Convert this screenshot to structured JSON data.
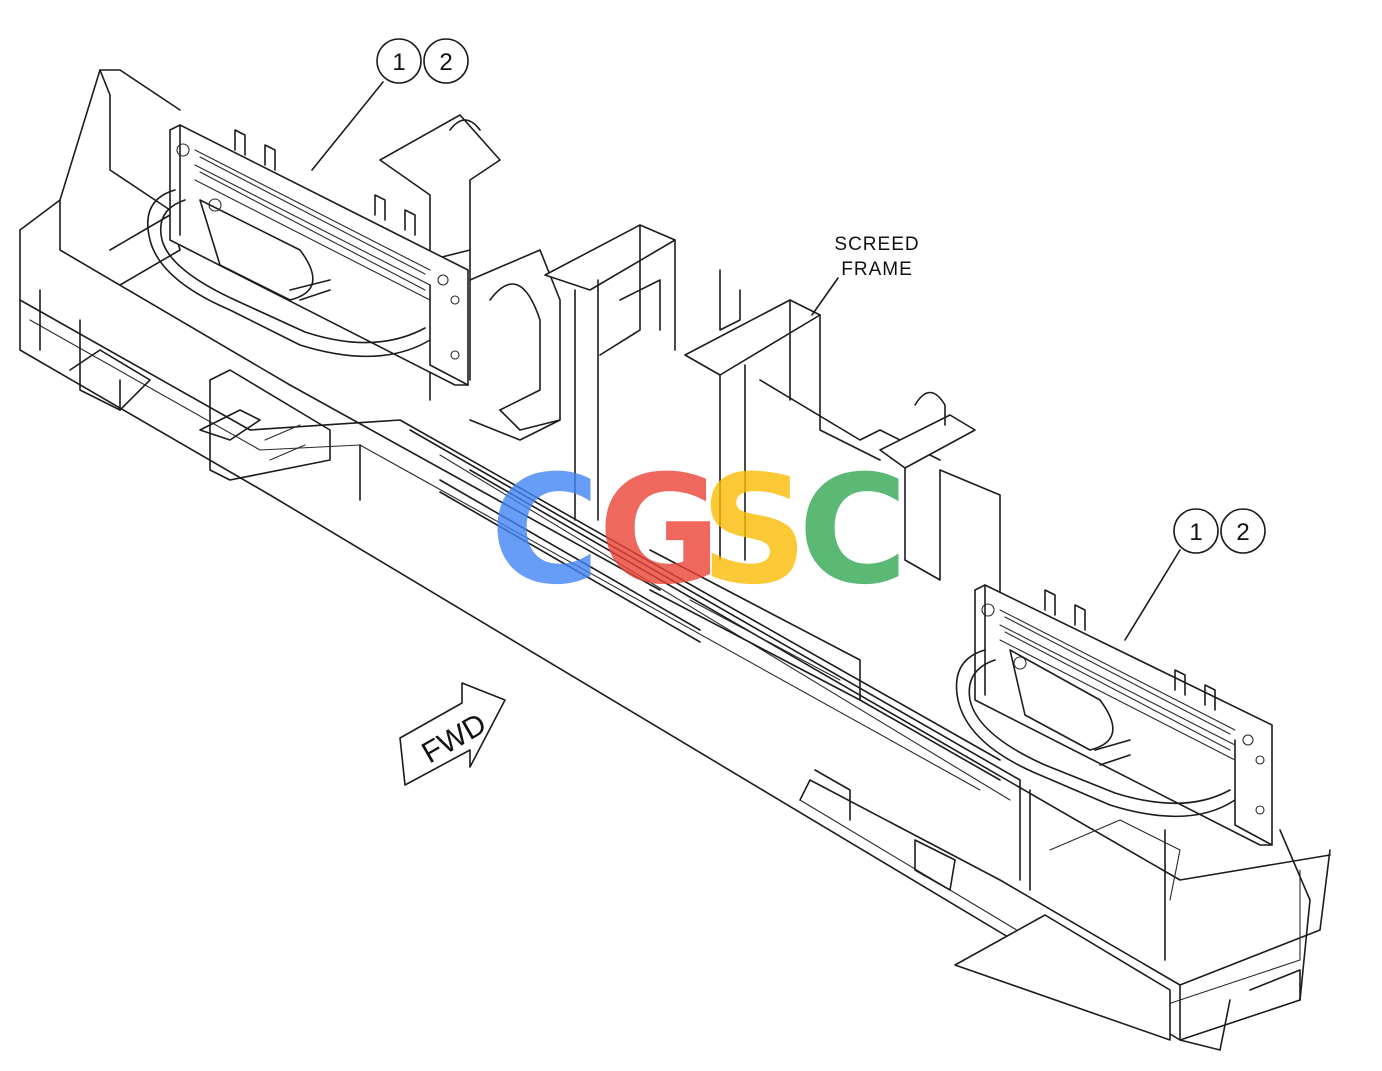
{
  "labels": {
    "frame_line1": "SCREED",
    "frame_line2": "FRAME",
    "forward": "FWD"
  },
  "callouts": [
    {
      "group": "left-assembly",
      "items": [
        "1",
        "2"
      ]
    },
    {
      "group": "right-assembly",
      "items": [
        "1",
        "2"
      ]
    }
  ],
  "watermark": {
    "letters": [
      "C",
      "G",
      "S",
      "C"
    ],
    "colors": [
      "#4285f4",
      "#ea4335",
      "#fbbc05",
      "#34a853"
    ]
  }
}
